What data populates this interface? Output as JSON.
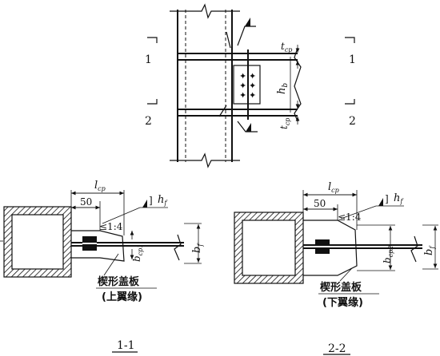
{
  "elevation": {
    "section_mark_1": "1",
    "section_mark_2": "2",
    "label_tcp_top": "t",
    "label_tcp_top_sub": "cp",
    "label_tcp_bottom": "t",
    "label_tcp_bottom_sub": "cp",
    "label_hb": "h",
    "label_hb_sub": "b"
  },
  "section_1": {
    "label_lcp": "l",
    "label_lcp_sub": "cp",
    "label_50": "50",
    "label_slope": "≤1:4",
    "label_hf": "h",
    "label_hf_sub": "f",
    "label_bcp": "b",
    "label_bcp_sub": "cp1",
    "label_bf": "b",
    "label_bf_sub": "f",
    "plate_name": "楔形盖板",
    "plate_note": "(上翼缘)",
    "caption": "1-1"
  },
  "section_2": {
    "label_lcp": "l",
    "label_lcp_sub": "cp",
    "label_50": "50",
    "label_slope": "≤1:4",
    "label_hf": "h",
    "label_hf_sub": "f",
    "label_bcp": "b",
    "label_bcp_sub": "cp2",
    "label_bf": "b",
    "label_bf_sub": "f",
    "plate_name": "楔形盖板",
    "plate_note": "(下翼缘)",
    "caption": "2-2"
  }
}
